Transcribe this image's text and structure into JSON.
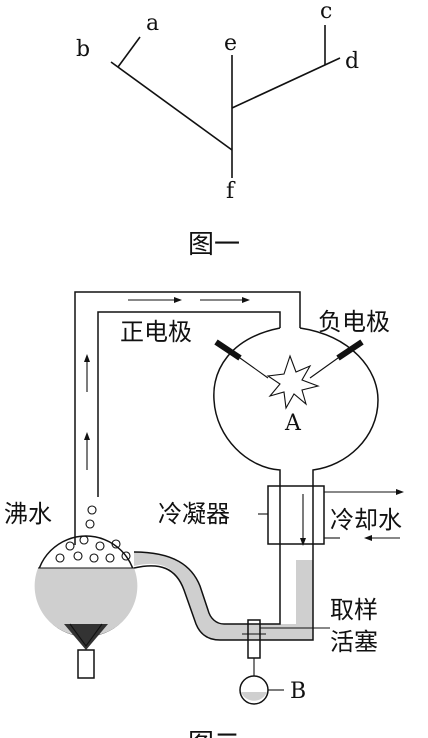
{
  "figure1": {
    "caption": "图一",
    "nodes": {
      "a": "a",
      "b": "b",
      "c": "c",
      "d": "d",
      "e": "e",
      "f": "f"
    }
  },
  "figure2": {
    "caption": "图二",
    "labels": {
      "positive_electrode": "正电极",
      "negative_electrode": "负电极",
      "spark_chamber": "A",
      "boiling_water": "沸水",
      "condenser": "冷凝器",
      "cooling_water": "冷却水",
      "sampling_valve_line1": "取样",
      "sampling_valve_line2": "活塞",
      "sample_flask": "B"
    }
  }
}
